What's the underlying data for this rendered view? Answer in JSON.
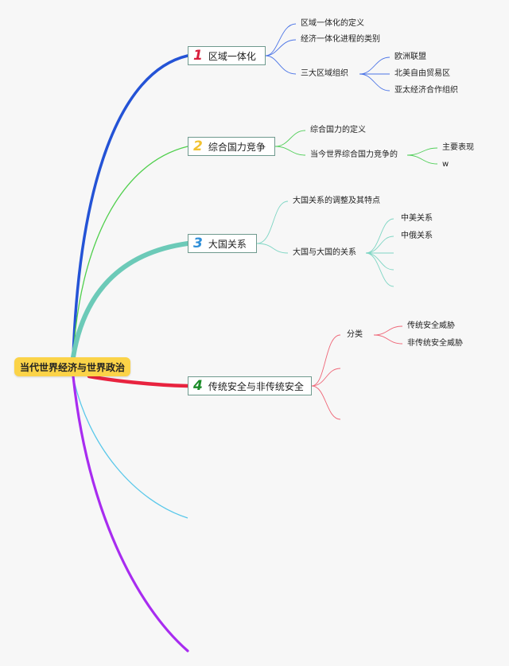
{
  "root": {
    "label": "当代世界经济与世界政治"
  },
  "colors": {
    "root_bg": "#fbd348",
    "branch1": "#2453d6",
    "branch2": "#4fcf4c",
    "branch3": "#6ccab8",
    "branch4": "#e8233f",
    "branch5": "#5ac8ea",
    "branch6": "#a82cf0",
    "num1": "#d81e3c",
    "num2": "#f2c230",
    "num3": "#2f8fd8",
    "num4": "#1c8c2a"
  },
  "branches": [
    {
      "num": "1",
      "label": "区域一体化",
      "children": [
        {
          "label": "区域一体化的定义"
        },
        {
          "label": "经济一体化进程的类别"
        },
        {
          "label": "三大区域组织",
          "children": [
            "欧洲联盟",
            "北美自由贸易区",
            "亚太经济合作组织"
          ]
        }
      ]
    },
    {
      "num": "2",
      "label": "综合国力竞争",
      "children": [
        {
          "label": "综合国力的定义"
        },
        {
          "label": "当今世界综合国力竞争的",
          "children": [
            "主要表现",
            "w"
          ]
        }
      ]
    },
    {
      "num": "3",
      "label": "大国关系",
      "children": [
        {
          "label": "大国关系的调整及其特点"
        },
        {
          "label": "大国与大国的关系",
          "children": [
            "中美关系",
            "中俄关系",
            "",
            "",
            ""
          ]
        }
      ]
    },
    {
      "num": "4",
      "label": "传统安全与非传统安全",
      "children": [
        {
          "label": "分类",
          "children": [
            "传统安全威胁",
            "非传统安全威胁"
          ]
        },
        {
          "label": ""
        },
        {
          "label": ""
        }
      ]
    }
  ]
}
